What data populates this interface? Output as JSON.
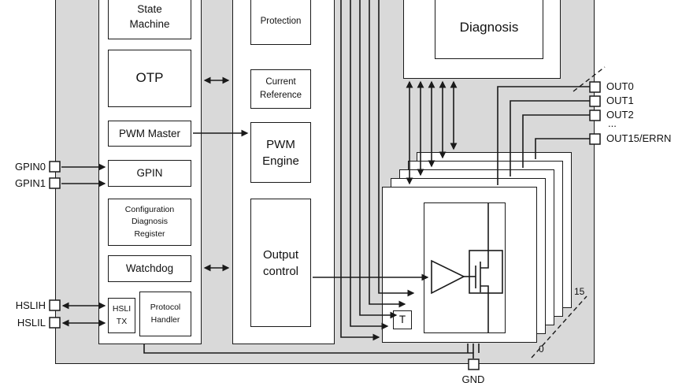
{
  "blocks": {
    "state_machine": "State\nMachine",
    "otp": "OTP",
    "pwm_master": "PWM Master",
    "gpin": "GPIN",
    "config_register": "Configuration\nDiagnosis\nRegister",
    "watchdog": "Watchdog",
    "hsli_tx": "HSLI\nTX",
    "protocol_handler": "Protocol\nHandler",
    "protection": "Protection",
    "current_reference": "Current\nReference",
    "pwm_engine": "PWM\nEngine",
    "output_control": "Output\ncontrol",
    "diagnosis": "Diagnosis",
    "temperature_sensor": "T"
  },
  "pins": {
    "left": [
      "GPIN0",
      "GPIN1",
      "HSLIH",
      "HSLIL"
    ],
    "right": [
      "OUT0",
      "OUT1",
      "OUT2",
      "...",
      "OUT15/ERRN"
    ],
    "bottom": [
      "GND"
    ]
  },
  "annotations": {
    "stack_index_top": "15",
    "stack_index_bottom": "0"
  },
  "colors": {
    "chip_fill": "#d9d9d9",
    "box_fill": "#ffffff",
    "line": "#1a1a1a"
  }
}
